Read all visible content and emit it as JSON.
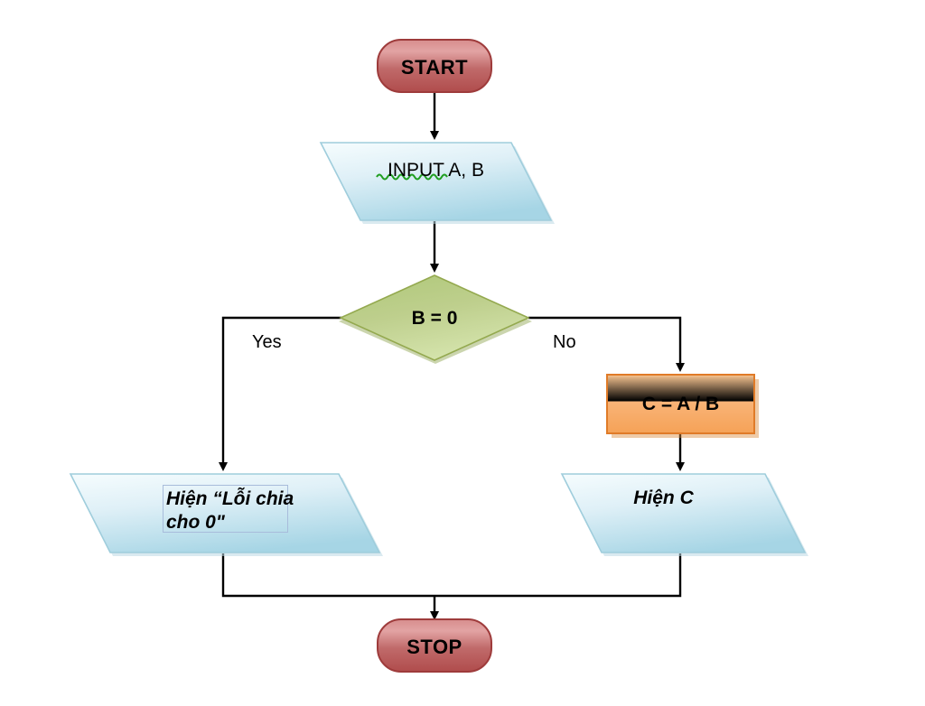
{
  "diagram": {
    "type": "flowchart",
    "title": "Division flowchart with divide-by-zero check",
    "background_color": "#ffffff",
    "connector_color": "#000000"
  },
  "nodes": {
    "start": {
      "label": "START",
      "shape": "terminator",
      "fill_top": "#dd8f8f",
      "fill_bottom": "#b14a4a",
      "border_color": "#9e3b3b"
    },
    "input": {
      "label": "INPUT A, B",
      "shape": "parallelogram",
      "fill_top": "#eef8fb",
      "fill_bottom": "#aad8e6",
      "border_color": "#9fcddc",
      "spellcheck_color": "#1f9e1f"
    },
    "decision": {
      "label": "B = 0",
      "shape": "diamond",
      "fill_top": "#b8cf86",
      "fill_bottom": "#cfe0a4",
      "border_color": "#94a94f"
    },
    "process": {
      "label": "C = A / B",
      "shape": "rectangle",
      "fill_top": "#fbc189",
      "fill_bottom": "#f6a860",
      "border_color": "#e07b28"
    },
    "output_error": {
      "label_line1": "Hiện “Lỗi chia",
      "label_line2": "cho 0\"",
      "shape": "parallelogram",
      "fill_top": "#e8f5fa",
      "fill_bottom": "#a9d7e6",
      "border_color": "#9fcddc",
      "textbox_border": "#a8bcdb"
    },
    "output_result": {
      "label": "Hiện C",
      "shape": "parallelogram",
      "fill_top": "#e8f5fa",
      "fill_bottom": "#a9d7e6",
      "border_color": "#9fcddc"
    },
    "stop": {
      "label": "STOP",
      "shape": "terminator",
      "fill_top": "#dd8f8f",
      "fill_bottom": "#b14a4a",
      "border_color": "#9e3b3b"
    }
  },
  "edges": [
    {
      "id": "start-to-input",
      "from": "start",
      "to": "input",
      "label": ""
    },
    {
      "id": "input-to-decision",
      "from": "input",
      "to": "decision",
      "label": ""
    },
    {
      "id": "decision-yes",
      "from": "decision",
      "to": "output_error",
      "label": "Yes"
    },
    {
      "id": "decision-no",
      "from": "decision",
      "to": "process",
      "label": "No"
    },
    {
      "id": "process-to-output",
      "from": "process",
      "to": "output_result",
      "label": ""
    },
    {
      "id": "output-error-to-stop",
      "from": "output_error",
      "to": "stop",
      "label": ""
    },
    {
      "id": "output-result-to-stop",
      "from": "output_result",
      "to": "stop",
      "label": ""
    }
  ],
  "branch_labels": {
    "yes": "Yes",
    "no": "No"
  }
}
